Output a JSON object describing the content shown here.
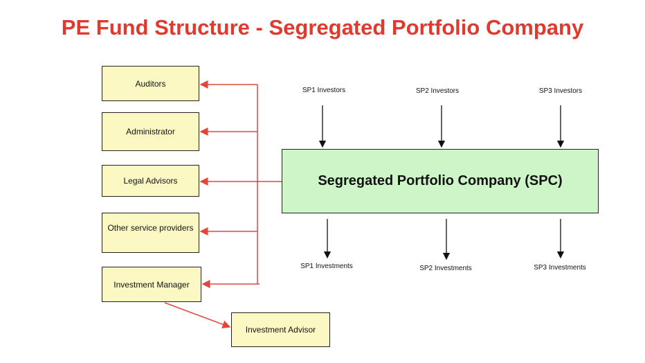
{
  "title": "PE Fund Structure - Segregated Portfolio Company",
  "service_providers": [
    "Auditors",
    "Administrator",
    "Legal Advisors",
    "Other service providers",
    "Investment Manager"
  ],
  "investment_advisor": "Investment Advisor",
  "spc": "Segregated Portfolio Company (SPC)",
  "investors": [
    "SP1 Investors",
    "SP2 Investors",
    "SP3 Investors"
  ],
  "investments": [
    "SP1 Investments",
    "SP2 Investments",
    "SP3 Investments"
  ],
  "colors": {
    "title": "#e03a2e",
    "arrow_red": "#e0463a",
    "box_yellow": "#fbf8c4",
    "box_green": "#cdf5c8"
  }
}
